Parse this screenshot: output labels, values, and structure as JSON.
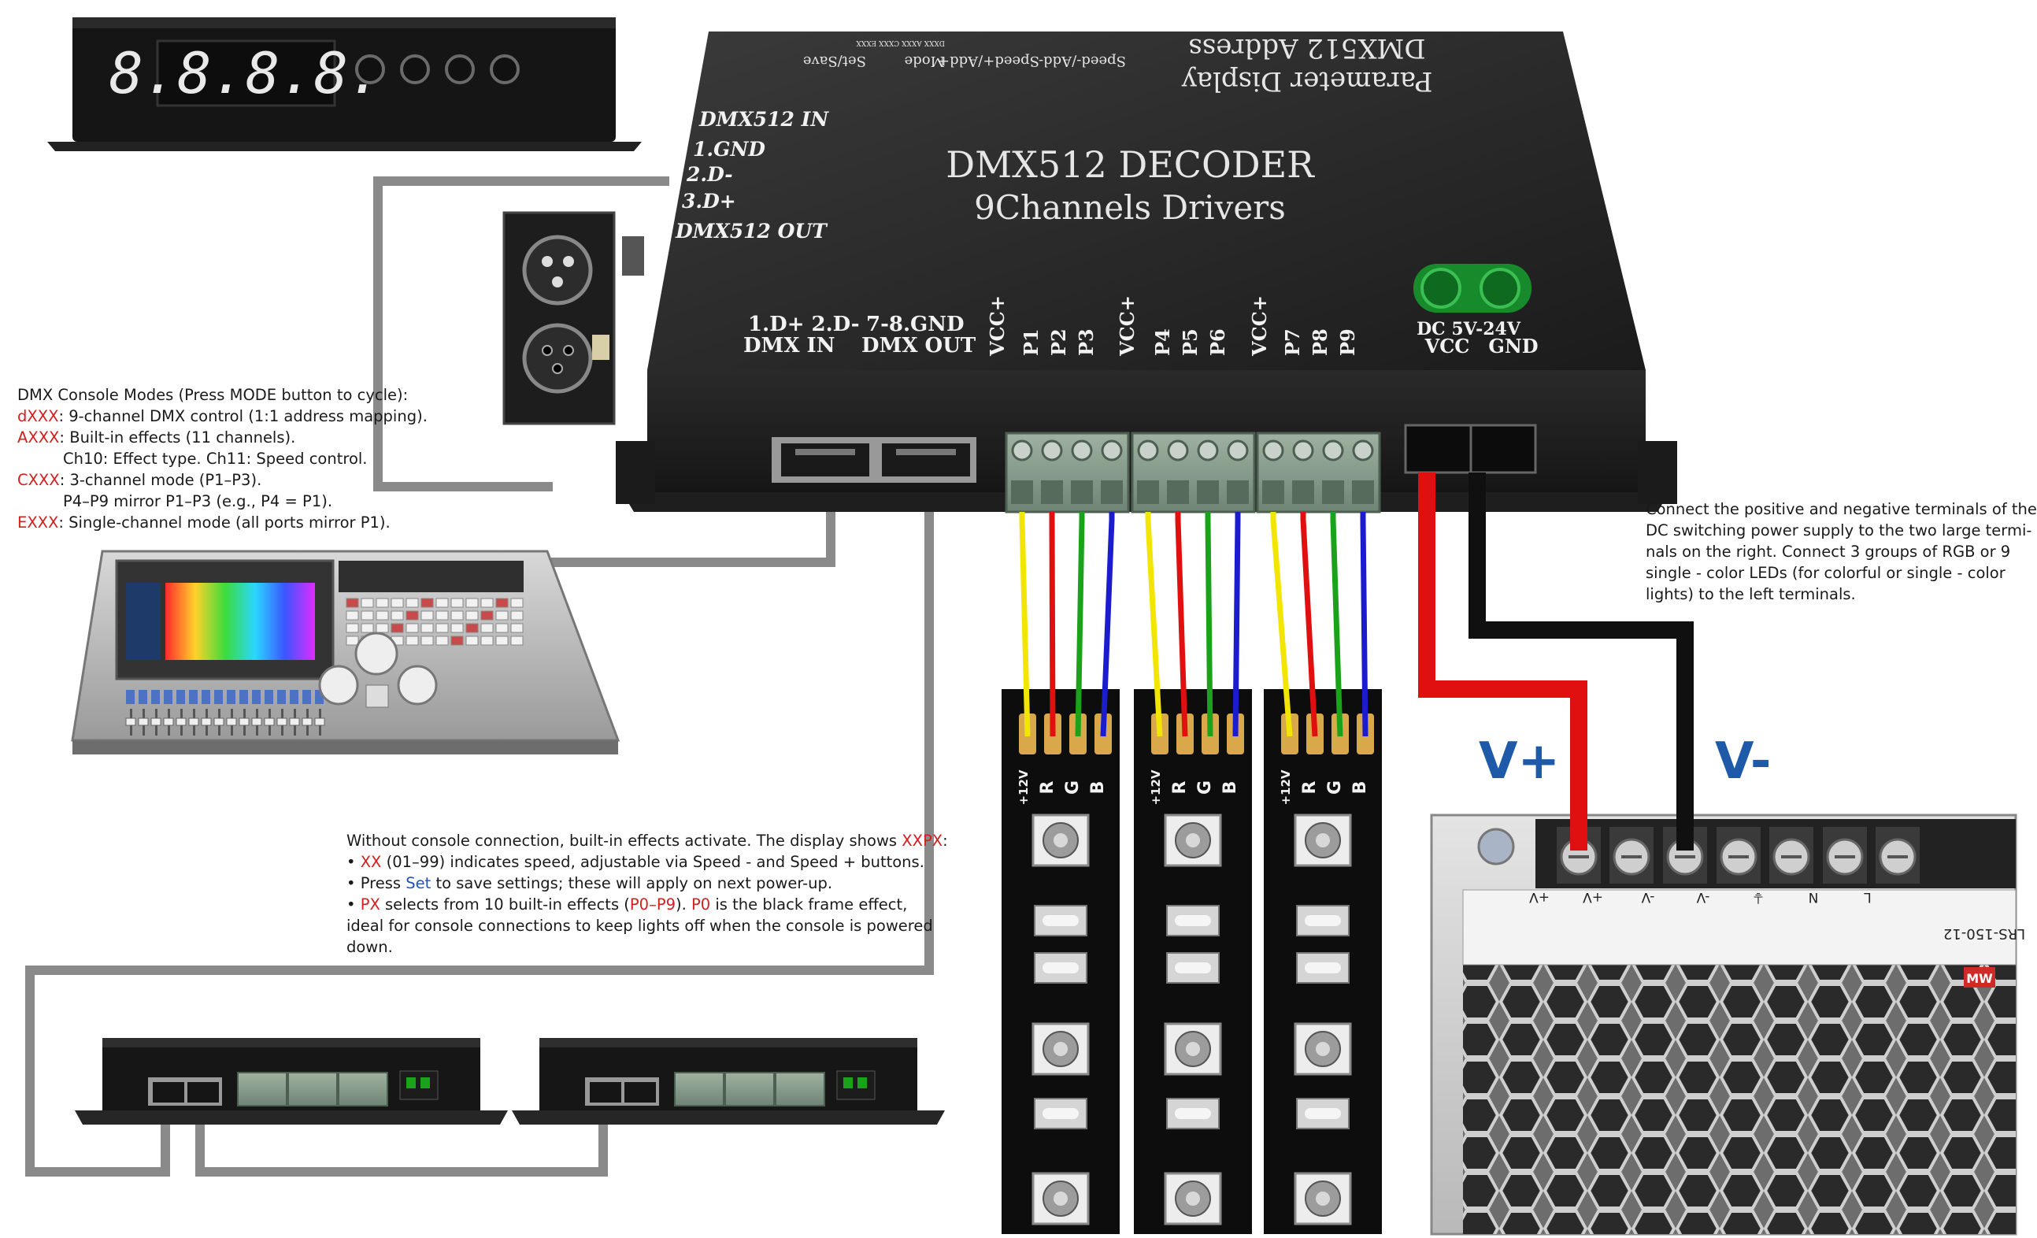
{
  "decoder": {
    "title_line1": "DMX512 DECODER",
    "title_line2": "9Channels Drivers",
    "display_label_line1": "Parameter Display",
    "display_label_line2": "DMX512 Address",
    "button_labels": [
      "Speed-/Add-",
      "Speed+/Add+",
      "Mode",
      "Set/Save"
    ],
    "mode_button_small_text": "DXXX AXXX CXXX EXXX",
    "xlr_labels": [
      "DMX512 IN",
      "1.GND",
      "2.D-",
      "3.D+",
      "DMX512 OUT"
    ],
    "rj45_labels": {
      "dmx_in_top": "1.D+ 2.D-",
      "dmx_in": "DMX IN",
      "dmx_out_top": "7-8.GND",
      "dmx_out": "DMX OUT"
    },
    "terminal_labels": [
      "VCC+",
      "P1",
      "P2",
      "P3",
      "VCC+",
      "P4",
      "P5",
      "P6",
      "VCC+",
      "P7",
      "P8",
      "P9"
    ],
    "power_labels": {
      "top": "DC 5V-24V",
      "vcc": "VCC",
      "gnd": "GND"
    }
  },
  "display_unit": {
    "digits": "8.8.8.8."
  },
  "left_note": {
    "heading": "DMX Console Modes (Press MODE button to cycle):",
    "modes": [
      {
        "code": "dXXX",
        "text": ": 9-channel DMX control (1:1 address mapping)."
      },
      {
        "code": "AXXX",
        "text": ": Built-in effects (11 channels)."
      },
      {
        "code": "",
        "text": "Ch10: Effect type. Ch11: Speed control."
      },
      {
        "code": "CXXX",
        "text": ": 3-channel mode (P1–P3)."
      },
      {
        "code": "",
        "text": "P4–P9 mirror P1–P3 (e.g., P4 = P1)."
      },
      {
        "code": "EXXX",
        "text": ": Single-channel mode (all ports mirror P1)."
      }
    ]
  },
  "right_note": {
    "lines": [
      "Connect the positive and negative terminals of the",
      "DC switching power supply to the two large termi-",
      "nals on the right. Connect 3 groups of RGB or 9",
      "single - color LEDs (for colorful or single - color",
      "lights) to the left terminals."
    ]
  },
  "bottom_note": {
    "line1_pre": "Without console connection, built-in effects activate. The display shows ",
    "line1_code": "XXPX",
    "line1_post": ":",
    "line2_pre": "• ",
    "line2_code": "XX",
    "line2_post": " (01–99) indicates speed, adjustable via Speed - and Speed + buttons.",
    "line3_pre": "• Press ",
    "line3_code": "Set",
    "line3_post": " to save settings; these will apply on next power-up.",
    "line4_pre": "• ",
    "line4_code": "PX",
    "line4_mid": " selects from 10 built-in effects (",
    "line4_code2": "P0–P9",
    "line4_mid2": "). ",
    "line4_code3": "P0",
    "line4_post": " is the black frame effect,",
    "line5": "ideal for console connections to keep lights off when the console is powered",
    "line6": "down."
  },
  "strip_pads": [
    "+12V",
    "R",
    "G",
    "B"
  ],
  "power_supply": {
    "vplus": "V+",
    "vminus": "V-",
    "terminals": [
      "L",
      "N",
      "⏚",
      "-V",
      "-V",
      "+V",
      "+V"
    ],
    "model": "LRS-150-12",
    "brand": "MW"
  },
  "colors": {
    "wire_yellow": "#f2e600",
    "wire_red": "#e01010",
    "wire_green": "#1aa31a",
    "wire_blue": "#1c1ccf",
    "cable_gray": "#8a8a8a",
    "accent_red": "#d31f1f",
    "accent_blue": "#2453b3",
    "v_label": "#1f5aa8"
  }
}
